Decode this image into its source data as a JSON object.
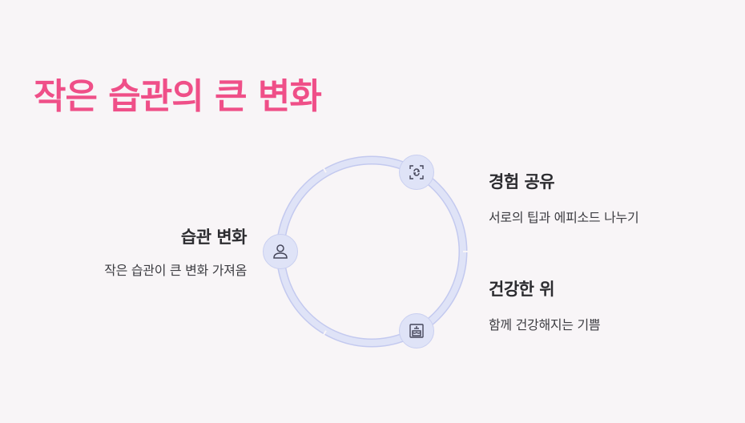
{
  "title": "작은 습관의 큰 변화",
  "colors": {
    "title": "#ef4f88",
    "ring": "#d6dbf5",
    "ring_stroke": "#c3c9ef",
    "node_fill": "#dfe3f7",
    "icon": "#45465a"
  },
  "items": [
    {
      "heading": "습관 변화",
      "desc": "작은 습관이 큰 변화 가져옴",
      "icon": "person-icon"
    },
    {
      "heading": "경험 공유",
      "desc": "서로의 팁과 에피소드 나누기",
      "icon": "share-icon"
    },
    {
      "heading": "건강한 위",
      "desc": "함께 건강해지는 기쁨",
      "icon": "cake-icon"
    }
  ]
}
